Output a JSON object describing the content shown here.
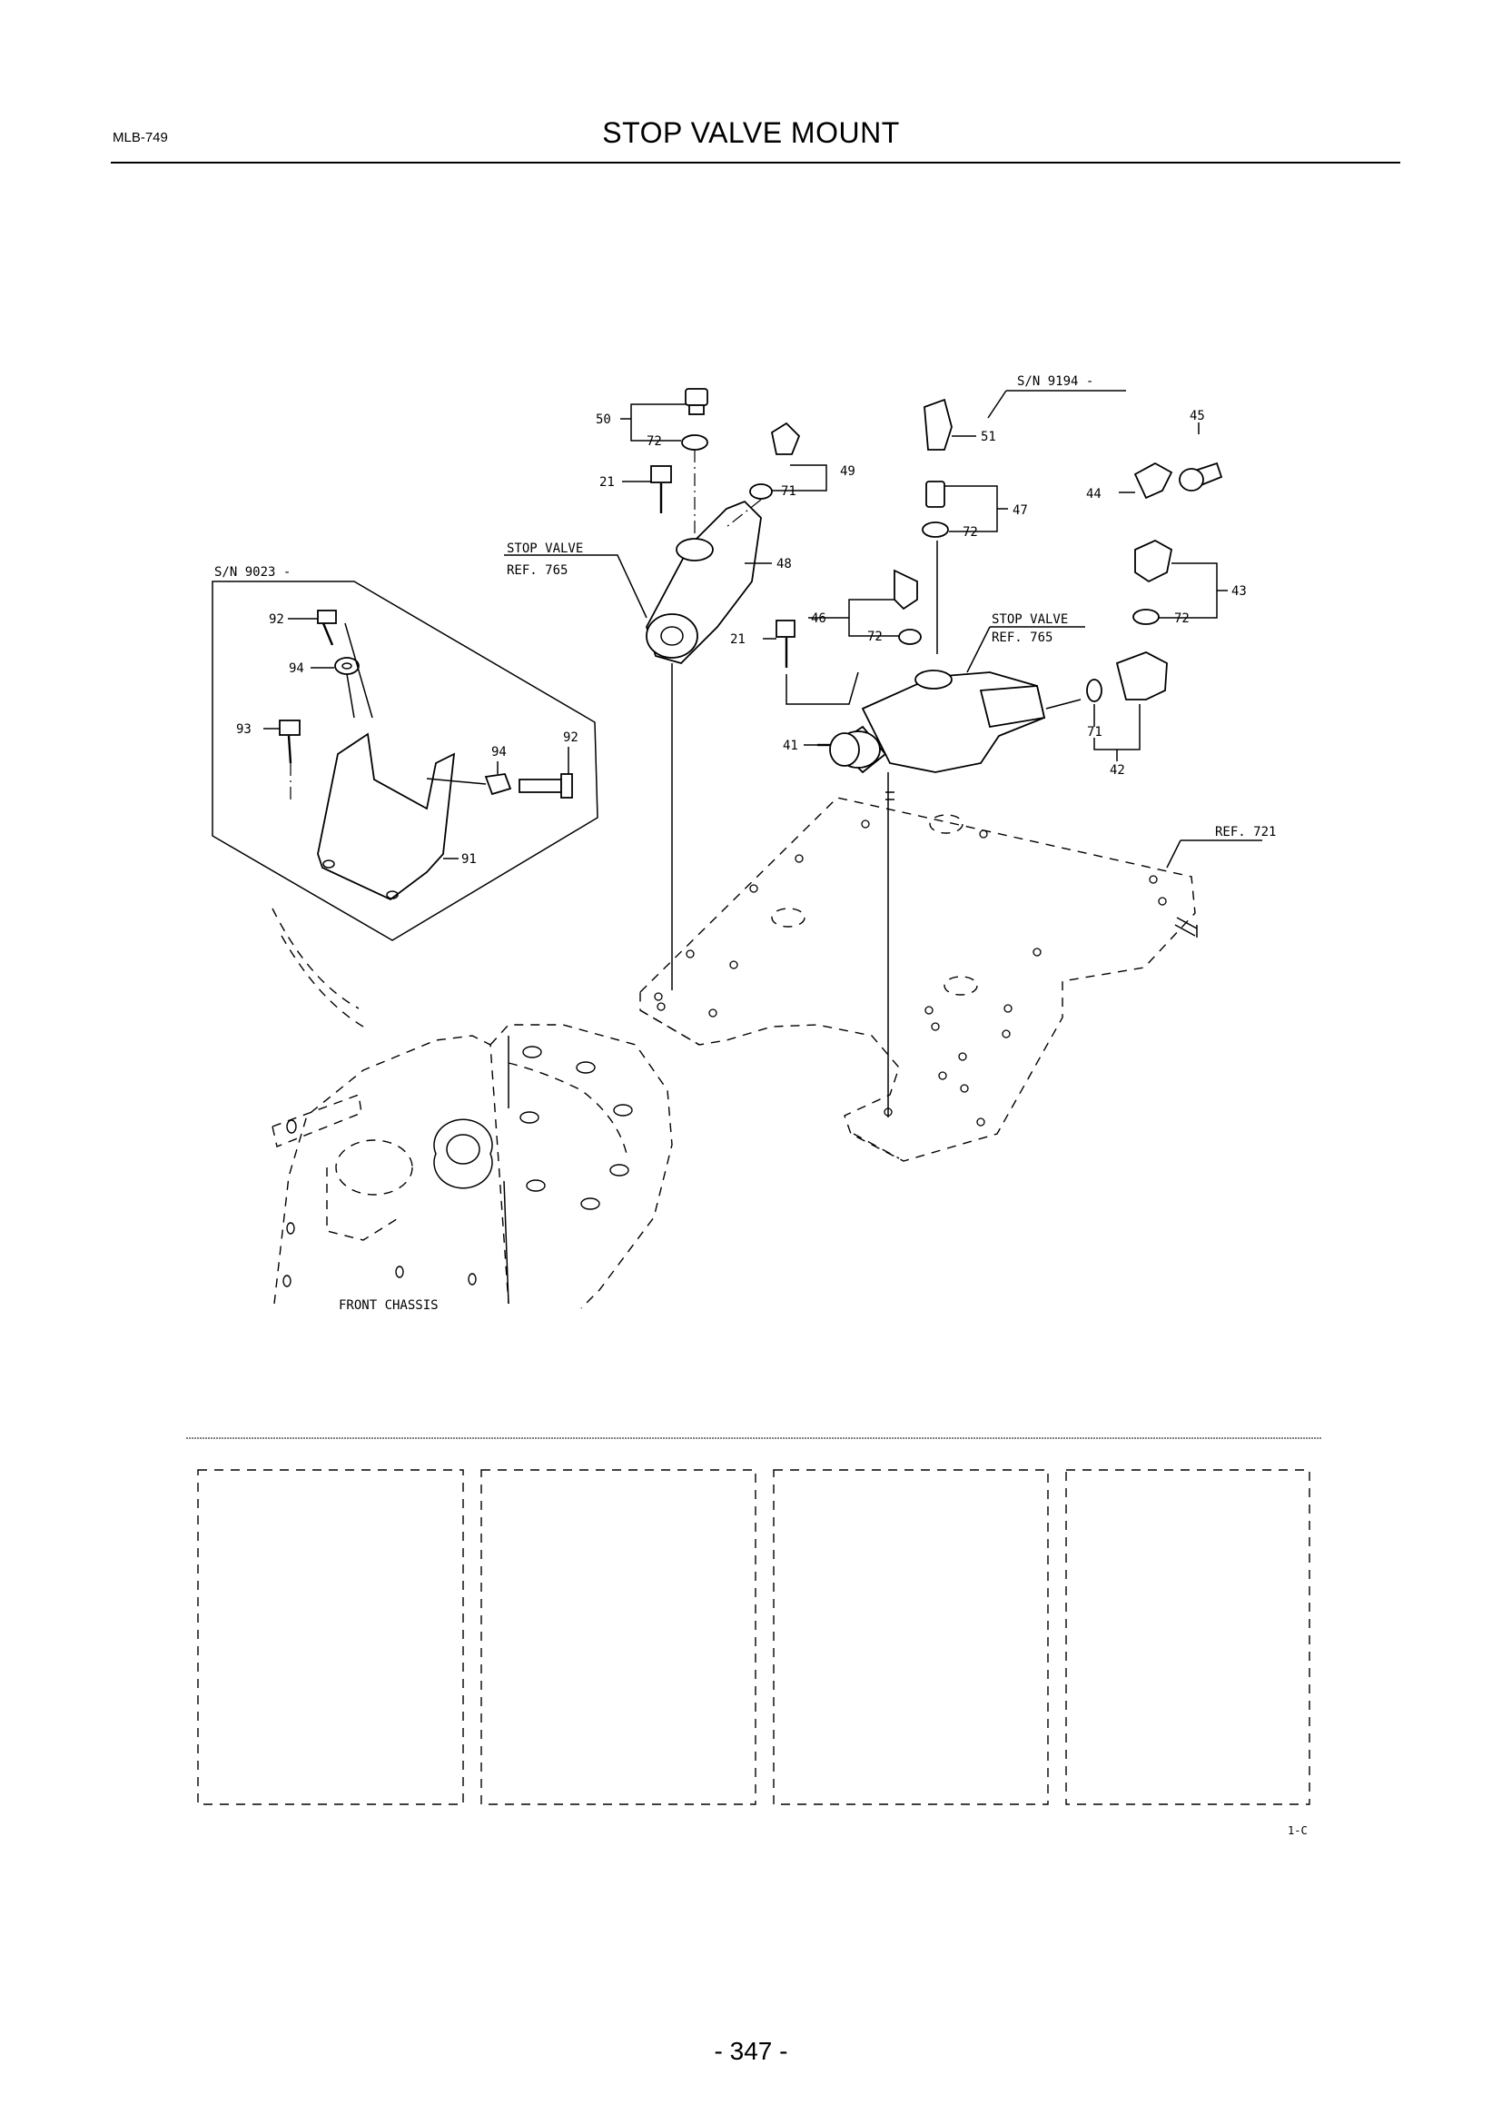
{
  "header": {
    "doc_code": "MLB-749",
    "title": "STOP VALVE MOUNT"
  },
  "diagram": {
    "serial_labels": {
      "sn_upper": "S/N 9194 -",
      "sn_left": "S/N 9023 -"
    },
    "callouts": {
      "stop_valve_1": "STOP VALVE",
      "ref_765_1": "REF. 765",
      "stop_valve_2": "STOP VALVE",
      "ref_765_2": "REF. 765",
      "ref_721": "REF. 721",
      "front_chassis": "FRONT CHASSIS"
    },
    "part_numbers": {
      "p50": "50",
      "p72a": "72",
      "p21a": "21",
      "p71a": "71",
      "p49": "49",
      "p48": "48",
      "p51": "51",
      "p47": "47",
      "p72b": "72",
      "p45": "45",
      "p44": "44",
      "p43": "43",
      "p72c": "72",
      "p46": "46",
      "p72d": "72",
      "p21b": "21",
      "p41": "41",
      "p71b": "71",
      "p42": "42",
      "p92a": "92",
      "p94a": "94",
      "p93": "93",
      "p94b": "94",
      "p92b": "92",
      "p91": "91"
    }
  },
  "footer": {
    "figure_code": "1-C",
    "page_number": "- 347 -"
  }
}
